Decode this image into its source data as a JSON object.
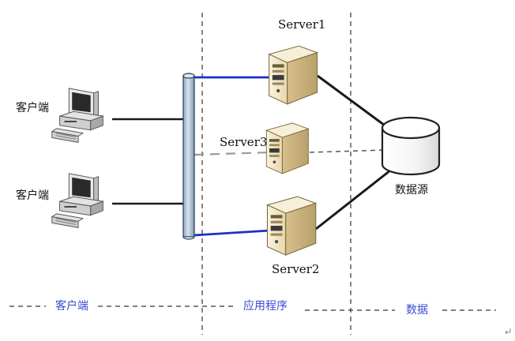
{
  "clients": [
    {
      "label": "客户端"
    },
    {
      "label": "客户端"
    }
  ],
  "servers": [
    {
      "label": "Server1"
    },
    {
      "label": "Server3"
    },
    {
      "label": "Server2"
    }
  ],
  "datasource": {
    "label": "数据源"
  },
  "tiers": [
    {
      "label": "客户端"
    },
    {
      "label": "应用程序"
    },
    {
      "label": "数据"
    }
  ],
  "colors": {
    "bus_fill": "#b8cde0",
    "bus_stroke": "#2b3c55",
    "link_blue": "#1f2fc6",
    "link_dark": "#1a1a1a",
    "link_gray": "#9a9a9a",
    "tier_label": "#3a4bd0",
    "server_body": "#f2e6c8",
    "monitor_body": "#e2e2e2"
  },
  "icons": {
    "client": "desktop-computer-icon",
    "server": "tower-server-icon",
    "datasource": "database-cylinder-icon",
    "return_mark": "return-mark-icon"
  }
}
